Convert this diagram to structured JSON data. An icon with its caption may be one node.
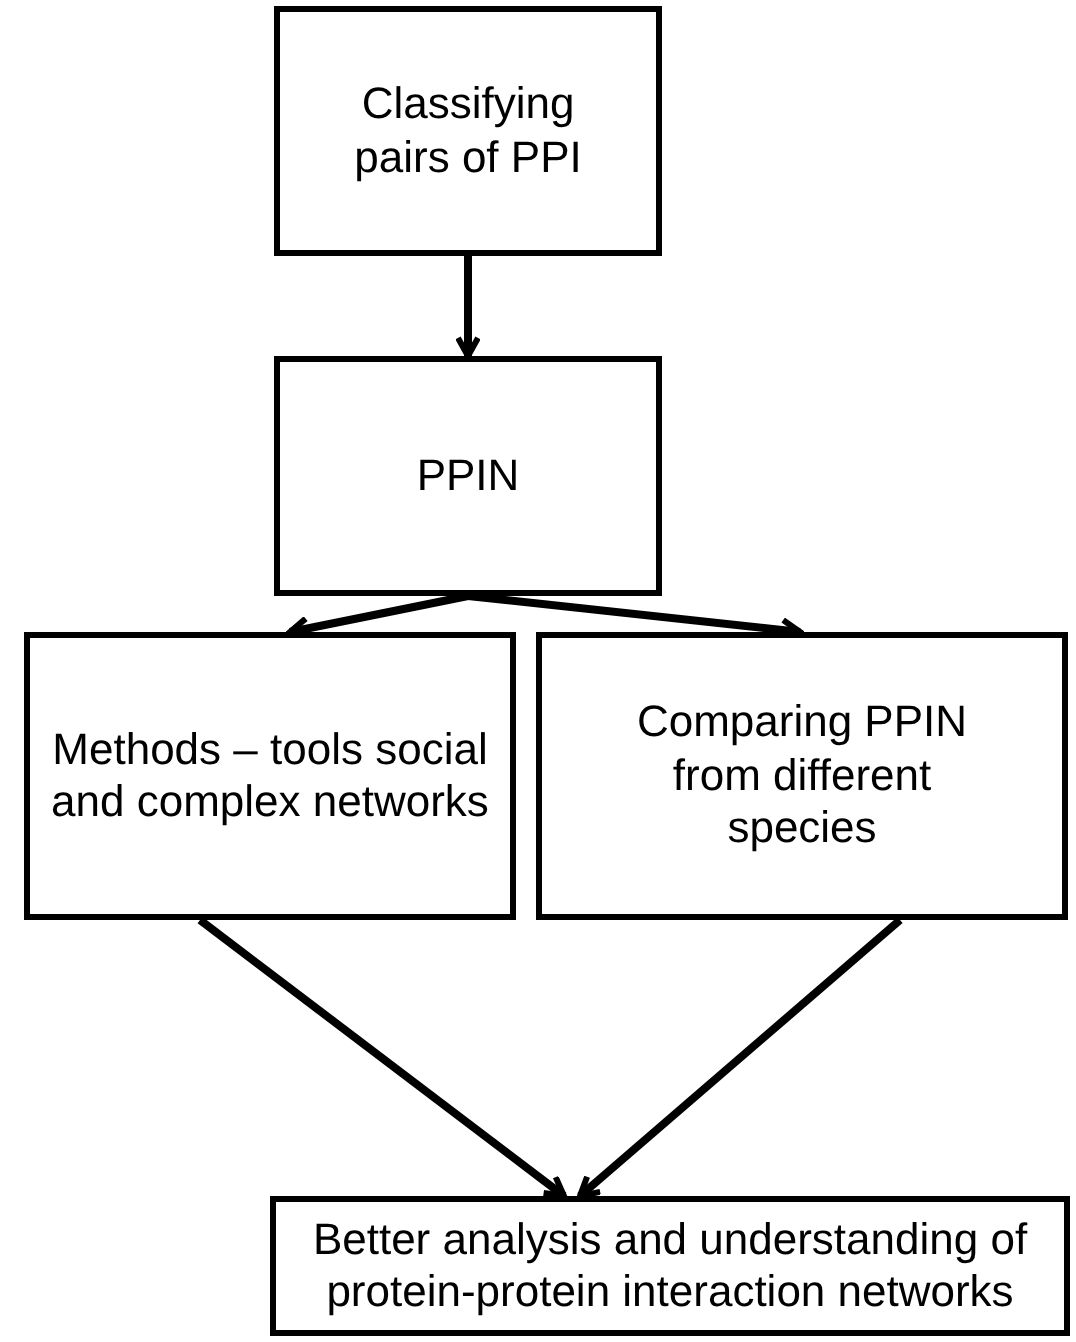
{
  "diagram": {
    "nodes": [
      {
        "text": [
          "Classifying pairs of PPI"
        ]
      },
      {
        "text": [
          "PPIN"
        ]
      },
      {
        "text": [
          "Methods – tools social and complex networks"
        ]
      },
      {
        "text": [
          "Comparing PPIN from different species"
        ]
      },
      {
        "text": [
          "Better analysis and understanding of protein-protein interaction networks"
        ]
      }
    ],
    "edges": [
      {
        "from": 0,
        "to": 1,
        "arrow": "to"
      },
      {
        "from": 1,
        "to": 2,
        "arrow": "to"
      },
      {
        "from": 1,
        "to": 3,
        "arrow": "to"
      },
      {
        "from": 2,
        "to": 4,
        "arrow": "to"
      },
      {
        "from": 3,
        "to": 4,
        "arrow": "to"
      }
    ]
  }
}
